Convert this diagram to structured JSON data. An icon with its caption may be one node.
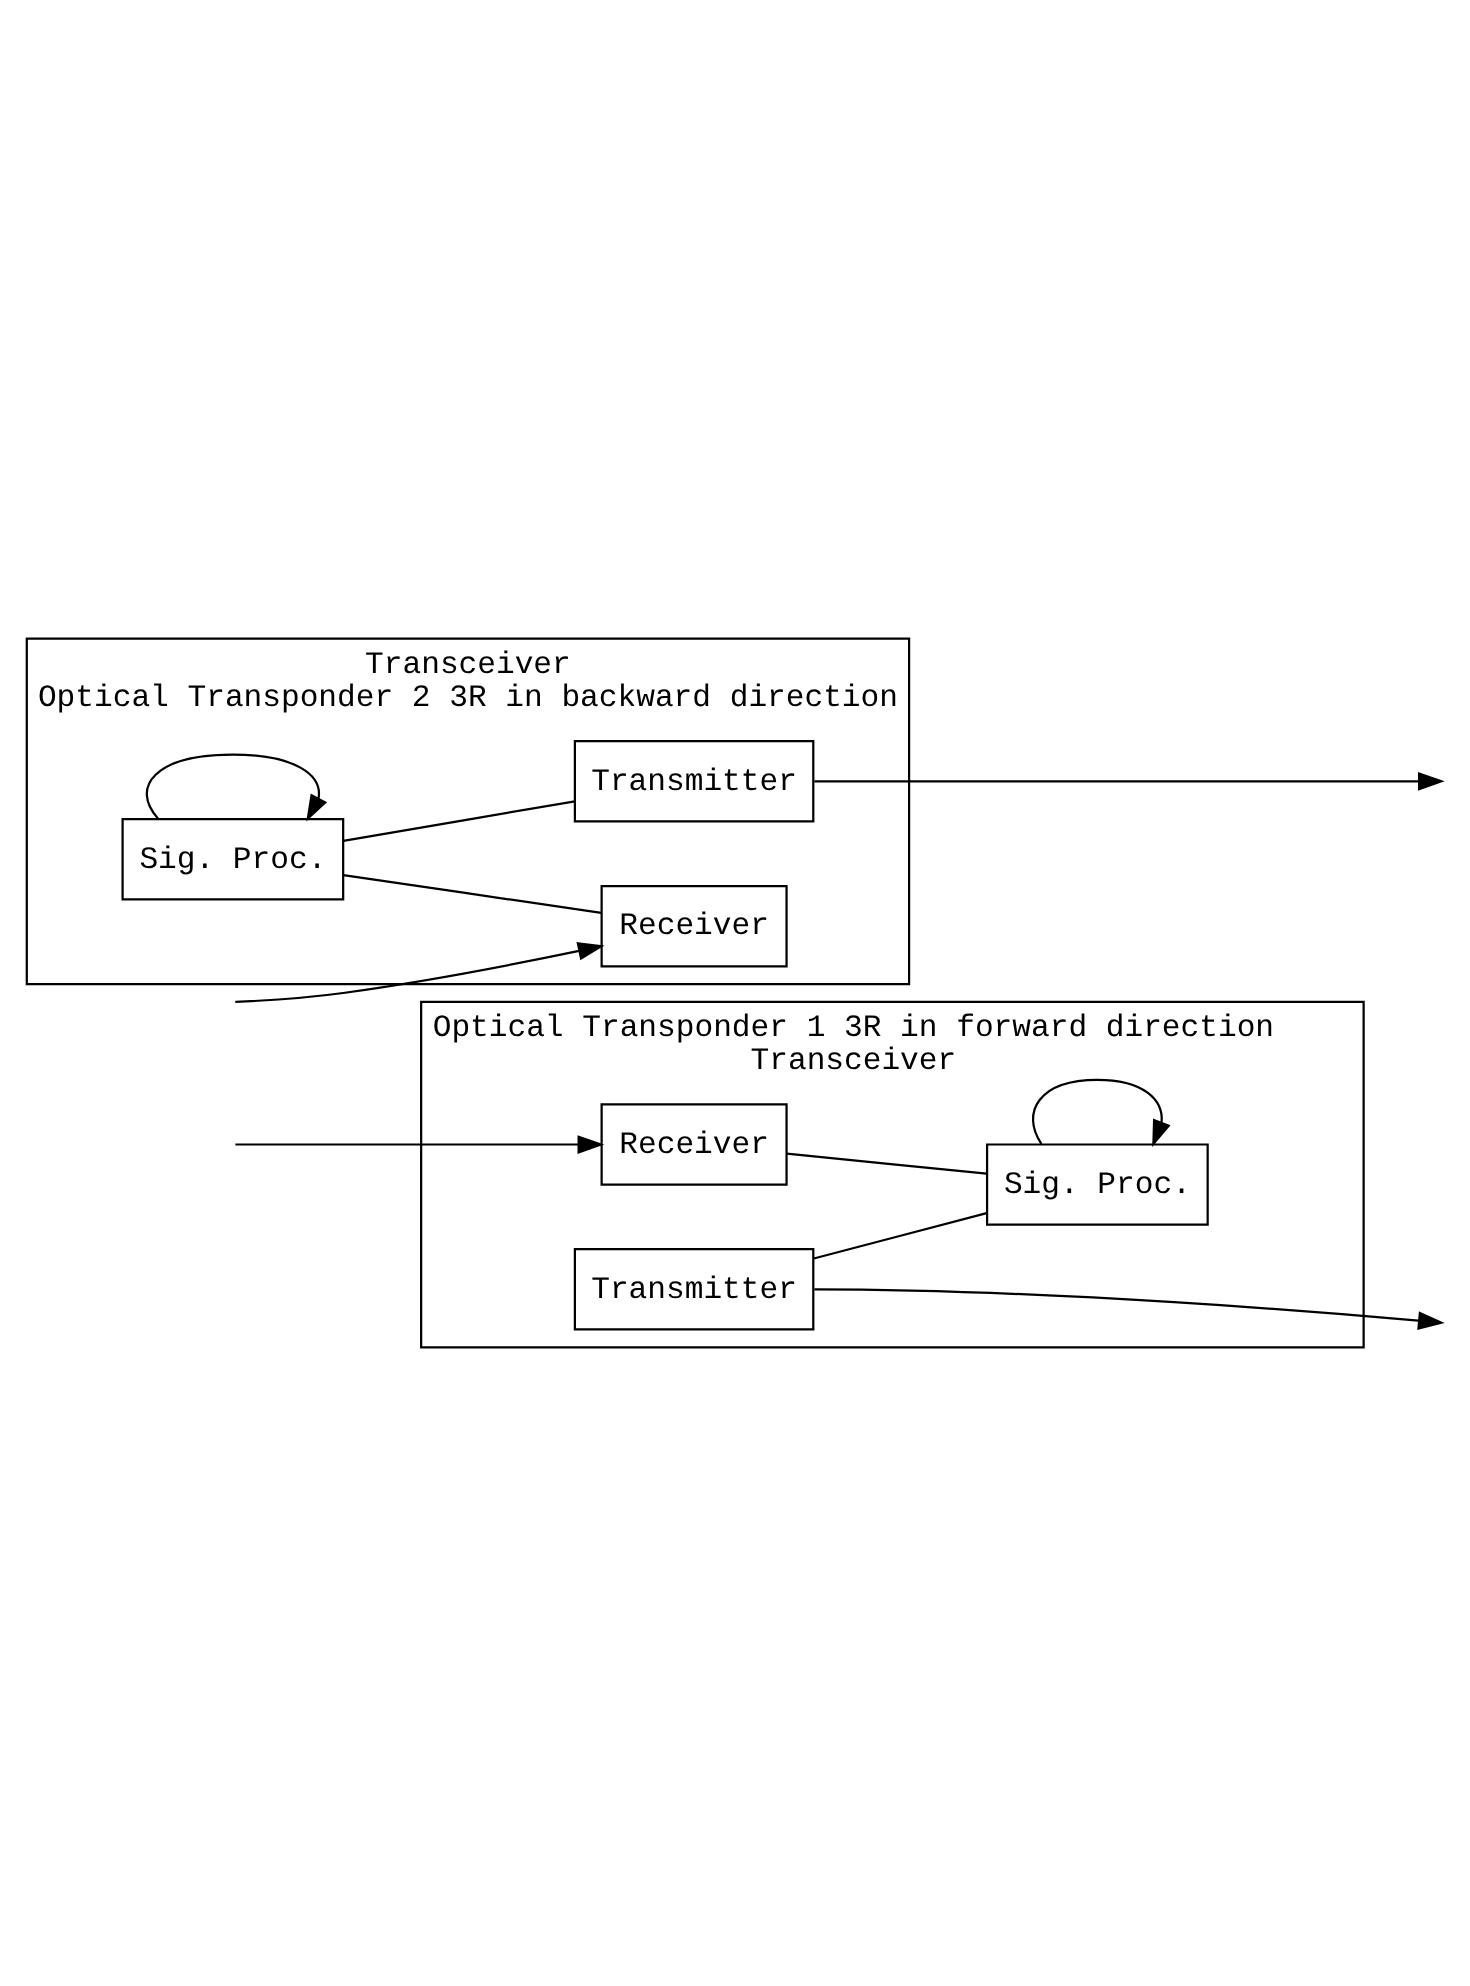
{
  "diagram": {
    "nodes": [
      {
        "text": [
          "Optical Transponder 1 3R in forward direction",
          "Transceiver"
        ]
      },
      {
        "text": [
          "Receiver"
        ],
        "in": 0
      },
      {
        "text": [
          "Transmitter"
        ],
        "in": 0
      },
      {
        "text": [
          "Sig. Proc."
        ],
        "in": 0
      },
      {
        "text": [
          "Transceiver",
          "Optical Transponder 2 3R in backward direction"
        ]
      },
      {
        "text": [
          "Sig. Proc."
        ],
        "in": 4
      },
      {
        "text": [
          "Transmitter"
        ],
        "in": 4
      },
      {
        "text": [
          "Receiver"
        ],
        "in": 4
      }
    ],
    "edges": [
      {
        "from": null,
        "to": 1,
        "arrow": "to"
      },
      {
        "from": 1,
        "to": 3,
        "arrow": "none"
      },
      {
        "from": 2,
        "to": 3,
        "arrow": "none"
      },
      {
        "from": 3,
        "to": 3,
        "arrow": "to"
      },
      {
        "from": 2,
        "to": null,
        "arrow": "to"
      },
      {
        "from": 6,
        "to": null,
        "arrow": "to"
      },
      {
        "from": 5,
        "to": 5,
        "arrow": "to"
      },
      {
        "from": 5,
        "to": 6,
        "arrow": "none"
      },
      {
        "from": 5,
        "to": 7,
        "arrow": "none"
      },
      {
        "from": null,
        "to": 7,
        "arrow": "to"
      }
    ]
  }
}
